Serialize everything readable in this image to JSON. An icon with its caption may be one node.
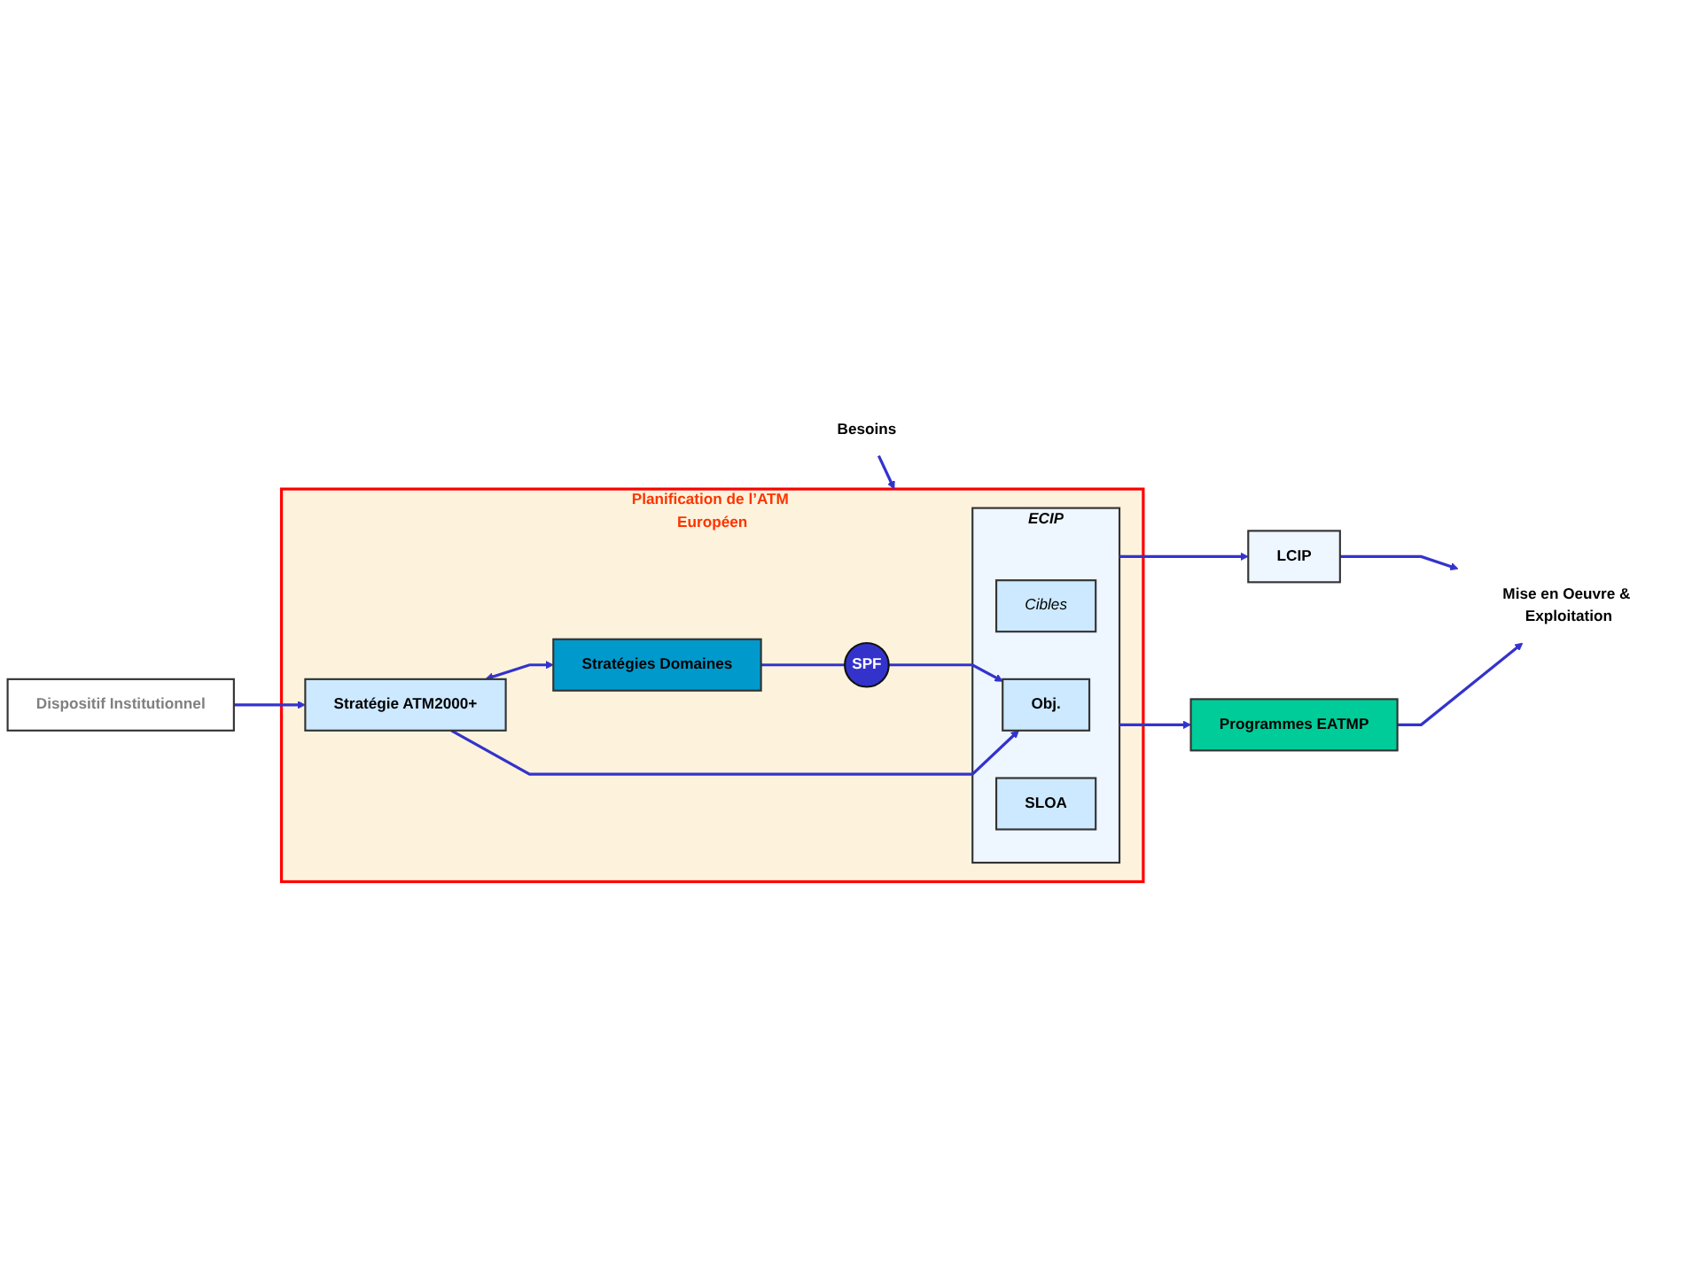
{
  "diagram": {
    "nodes": [
      {
        "text": [
          "Besoins"
        ]
      },
      {
        "text": [
          "Planification de l’ATM Européen"
        ]
      },
      {
        "text": [
          "Stratégies Domaines"
        ],
        "in": 1
      },
      {
        "text": [
          "Stratégie ATM2000+"
        ],
        "in": 1
      },
      {
        "text": [
          "SPF"
        ],
        "in": 1
      },
      {
        "text": [
          "ECIP"
        ],
        "in": 1
      },
      {
        "text": [
          "Cibles"
        ],
        "in": 5
      },
      {
        "text": [
          "Obj."
        ],
        "in": 5
      },
      {
        "text": [
          "SLOA"
        ],
        "in": 5
      },
      {
        "text": [
          "LCIP"
        ]
      },
      {
        "text": [
          "Mise en Oeuvre & Exploitation"
        ]
      },
      {
        "text": [
          "Dispositif Institutionnel"
        ]
      },
      {
        "text": [
          "Programmes EATMP"
        ]
      }
    ],
    "edges": [
      {
        "from": 0,
        "to": 1,
        "arrow": "to"
      },
      {
        "from": 3,
        "to": 2,
        "arrow": "both"
      },
      {
        "from": 2,
        "to": 4,
        "arrow": "none"
      },
      {
        "from": 4,
        "to": 7,
        "arrow": "to"
      },
      {
        "from": 3,
        "to": 7,
        "arrow": "to"
      },
      {
        "from": 11,
        "to": 3,
        "arrow": "to"
      },
      {
        "from": 5,
        "to": 9,
        "arrow": "to"
      },
      {
        "from": 5,
        "to": 12,
        "arrow": "to"
      },
      {
        "from": 9,
        "to": 10,
        "arrow": "to"
      },
      {
        "from": 12,
        "to": 10,
        "arrow": "to"
      }
    ]
  }
}
